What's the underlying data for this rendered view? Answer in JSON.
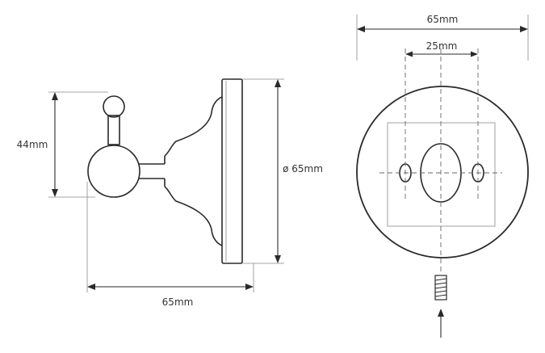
{
  "labels": {
    "side_height": "44mm",
    "side_diameter": "ø 65mm",
    "side_depth": "65mm",
    "front_width": "65mm",
    "front_hole_spacing": "25mm"
  },
  "colors": {
    "line": "#2a2a2a",
    "faint_line": "#8a8a8a",
    "text": "#333333",
    "background": "#ffffff"
  }
}
